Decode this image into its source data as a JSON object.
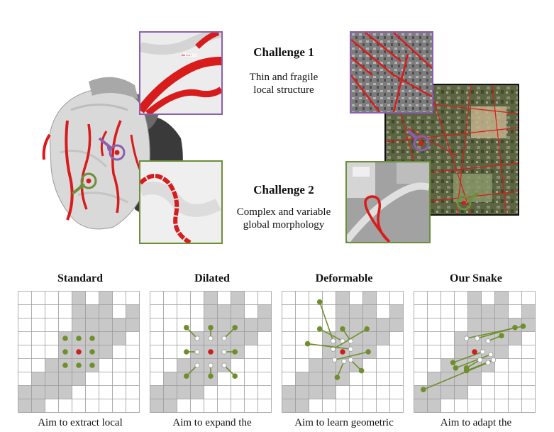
{
  "top": {
    "challenge1": {
      "title": "Challenge 1",
      "line1": "Thin and fragile",
      "line2": "local structure"
    },
    "challenge2": {
      "title": "Challenge 2",
      "line1": "Complex and variable",
      "line2": "global morphology"
    },
    "measure_label": "3mm"
  },
  "colors": {
    "vessel": "#d81b1b",
    "purple": "#8a5fb0",
    "green": "#6b8f3a",
    "gray_cell": "#c8c8c8",
    "point": "#6f8f2e",
    "center": "#cc1f1f"
  },
  "panels": [
    {
      "title": "Standard",
      "caption": "Aim to extract local"
    },
    {
      "title": "Dilated",
      "caption": "Aim to expand the"
    },
    {
      "title": "Deformable",
      "caption": "Aim to learn geometric"
    },
    {
      "title": "Our Snake",
      "caption": "Aim to adapt the"
    }
  ],
  "grid": {
    "rows": 9,
    "cols": 9,
    "gray_cells": [
      [
        0,
        4
      ],
      [
        0,
        6
      ],
      [
        1,
        4
      ],
      [
        1,
        5
      ],
      [
        1,
        6
      ],
      [
        1,
        8
      ],
      [
        2,
        4
      ],
      [
        2,
        5
      ],
      [
        2,
        6
      ],
      [
        2,
        7
      ],
      [
        2,
        8
      ],
      [
        3,
        3
      ],
      [
        3,
        4
      ],
      [
        3,
        5
      ],
      [
        3,
        6
      ],
      [
        3,
        7
      ],
      [
        4,
        3
      ],
      [
        4,
        4
      ],
      [
        4,
        5
      ],
      [
        4,
        6
      ],
      [
        5,
        2
      ],
      [
        5,
        3
      ],
      [
        5,
        4
      ],
      [
        5,
        5
      ],
      [
        6,
        1
      ],
      [
        6,
        2
      ],
      [
        6,
        3
      ],
      [
        6,
        4
      ],
      [
        7,
        0
      ],
      [
        7,
        1
      ],
      [
        7,
        2
      ],
      [
        7,
        3
      ],
      [
        8,
        0
      ],
      [
        8,
        1
      ]
    ],
    "center": [
      4,
      4
    ],
    "kernels": [
      {
        "points": [
          [
            3,
            3
          ],
          [
            3,
            4
          ],
          [
            3,
            5
          ],
          [
            4,
            3
          ],
          [
            4,
            5
          ],
          [
            5,
            3
          ],
          [
            5,
            4
          ],
          [
            5,
            5
          ]
        ],
        "origins": []
      },
      {
        "points": [
          [
            2.2,
            2.2
          ],
          [
            2.2,
            4
          ],
          [
            2.2,
            5.8
          ],
          [
            4,
            2.2
          ],
          [
            4,
            5.8
          ],
          [
            5.8,
            2.2
          ],
          [
            5.8,
            4
          ],
          [
            5.8,
            5.8
          ]
        ],
        "origins": [
          [
            3,
            3
          ],
          [
            3,
            4
          ],
          [
            3,
            5
          ],
          [
            4,
            3
          ],
          [
            4,
            5
          ],
          [
            5,
            3
          ],
          [
            5,
            4
          ],
          [
            5,
            5
          ]
        ]
      },
      {
        "points": [
          [
            0.3,
            2.3
          ],
          [
            2.3,
            2.3
          ],
          [
            2.3,
            4
          ],
          [
            2.3,
            5.8
          ],
          [
            3.4,
            1.4
          ],
          [
            4,
            5.9
          ],
          [
            5.4,
            5.4
          ],
          [
            5.9,
            3.6
          ]
        ],
        "origins": [
          [
            3.2,
            3.3
          ],
          [
            3.2,
            4
          ],
          [
            3.2,
            4.6
          ],
          [
            3.8,
            3.3
          ],
          [
            3.8,
            4.6
          ],
          [
            4.6,
            3.4
          ],
          [
            4.6,
            4.6
          ],
          [
            4.7,
            4.1
          ]
        ]
      },
      {
        "points": [
          [
            2.1,
            7.6
          ],
          [
            2.2,
            7.0
          ],
          [
            2.8,
            6.0
          ],
          [
            4.8,
            2.4
          ],
          [
            5.2,
            2.6
          ],
          [
            5.4,
            3.4
          ],
          [
            6.8,
            0.2
          ],
          [
            5.2,
            3.4
          ]
        ],
        "origins": [
          [
            3,
            3.4
          ],
          [
            3,
            4.2
          ],
          [
            3.2,
            5.0
          ],
          [
            4,
            4.6
          ],
          [
            4.2,
            5.2
          ],
          [
            4.6,
            5.4
          ],
          [
            4.8,
            5.0
          ],
          [
            4.6,
            4.4
          ]
        ]
      }
    ]
  }
}
